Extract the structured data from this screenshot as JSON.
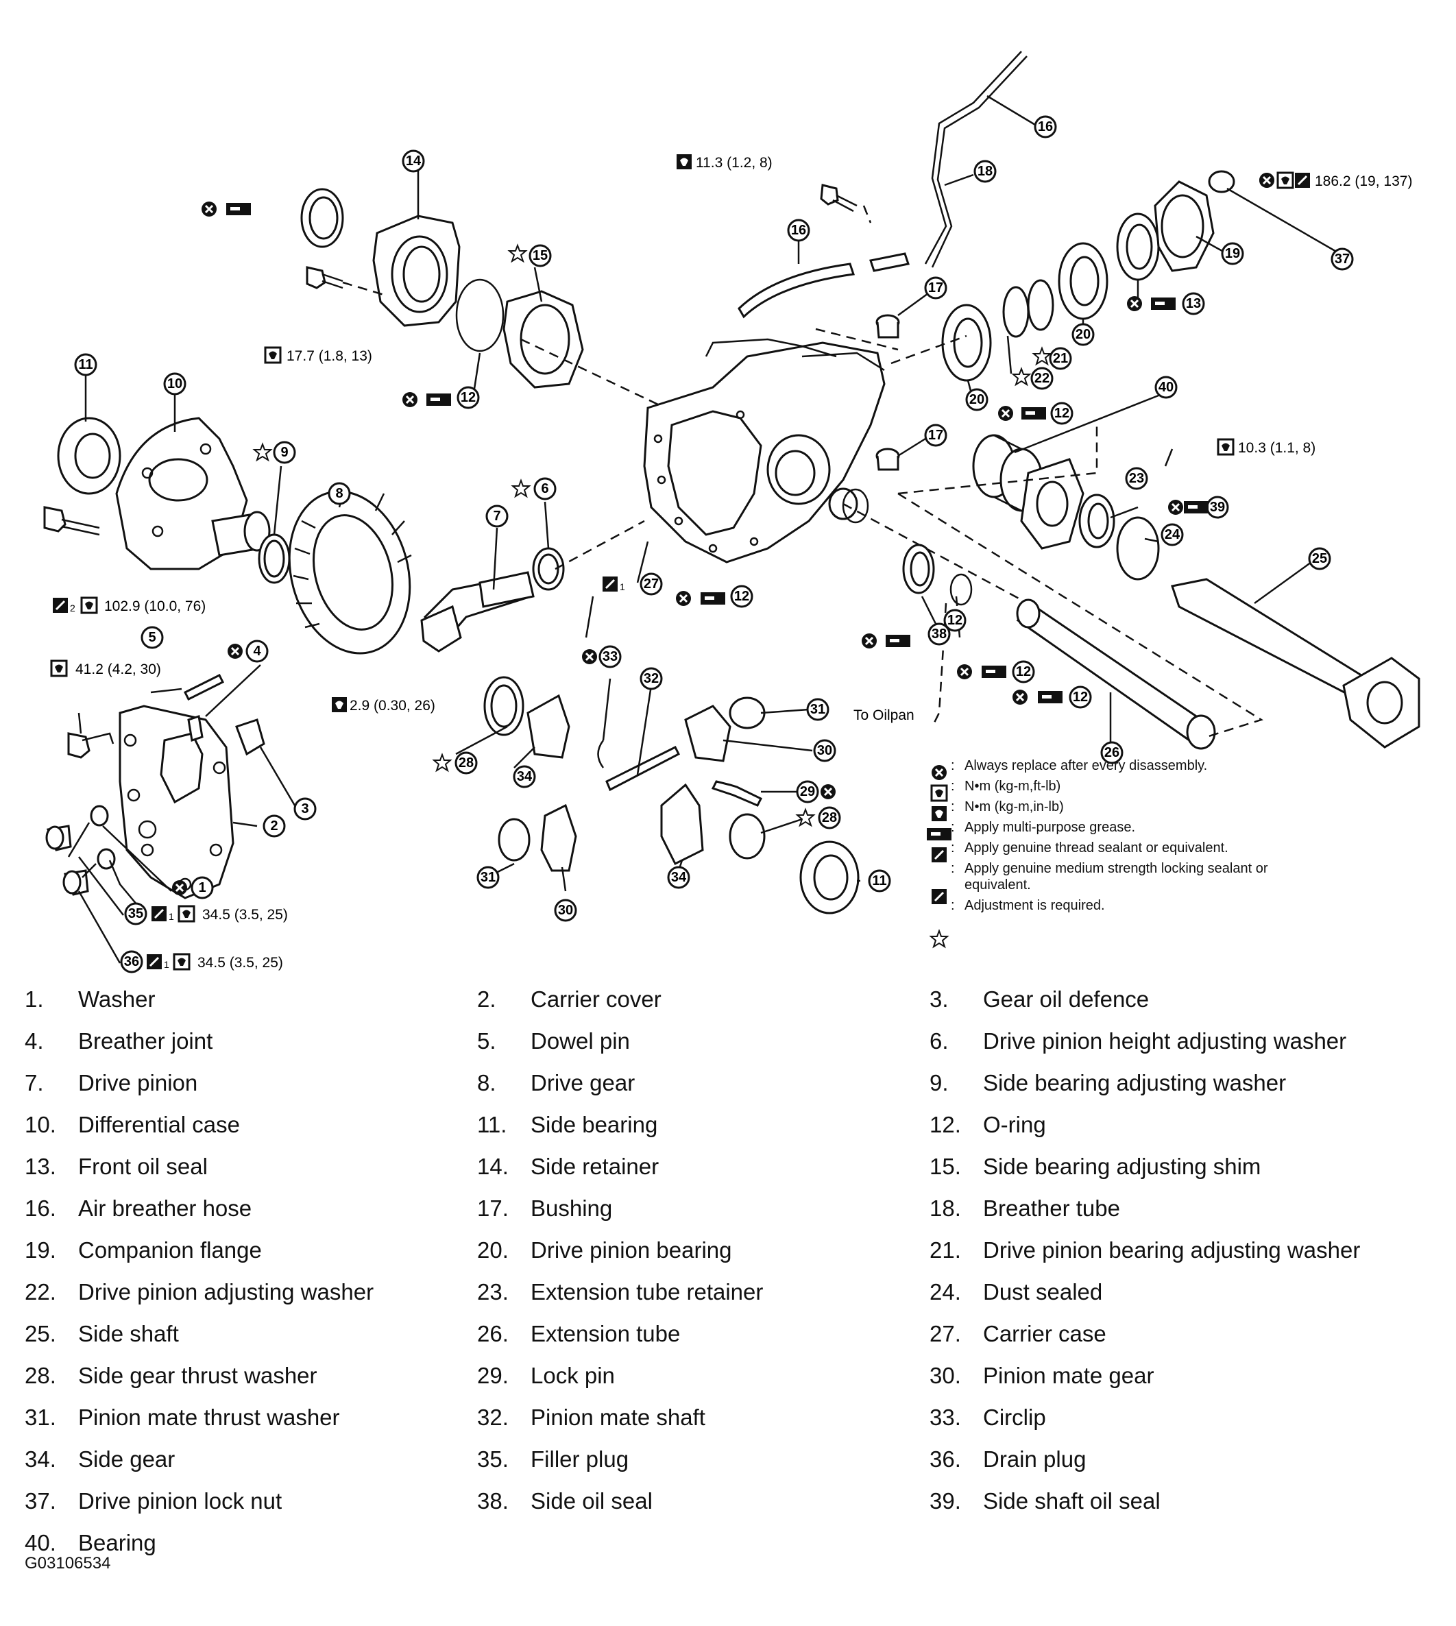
{
  "diagram": {
    "callouts": [
      "1",
      "2",
      "3",
      "4",
      "5",
      "6",
      "7",
      "8",
      "9",
      "10",
      "11",
      "11",
      "12",
      "12",
      "12",
      "12",
      "12",
      "12",
      "13",
      "14",
      "15",
      "16",
      "16",
      "17",
      "17",
      "18",
      "19",
      "20",
      "20",
      "21",
      "22",
      "23",
      "24",
      "25",
      "26",
      "27",
      "28",
      "28",
      "29",
      "30",
      "30",
      "31",
      "31",
      "32",
      "33",
      "34",
      "34",
      "35",
      "36",
      "37",
      "38",
      "39",
      "40"
    ],
    "specs": {
      "breather_bolt": "11.3 (1.2, 8)",
      "flange_nut": "186.2 (19, 137)",
      "retainer_bolt": "17.7 (1.8, 13)",
      "ext_retainer_bolt": "10.3 (1.1, 8)",
      "case_bolt": "102.9 (10.0, 76)",
      "cover_bolt": "41.2 (4.2, 30)",
      "defence_bolt": "2.9 (0.30, 26)",
      "filler_plug": "34.5 (3.5, 25)",
      "drain_plug": "34.5 (3.5, 25)"
    },
    "to_oilpan": "To Oilpan",
    "sealant_sub_1": "1",
    "sealant_sub_2": "2",
    "legend": [
      {
        "icon": "replace-icon",
        "text": "Always replace after every disassembly."
      },
      {
        "icon": "torque-ft-icon",
        "text": "N•m (kg-m,ft-lb)"
      },
      {
        "icon": "torque-in-icon",
        "text": "N•m    (kg-m,in-lb)"
      },
      {
        "icon": "grease-icon",
        "text": "Apply multi-purpose grease."
      },
      {
        "icon": "sealant-1-icon",
        "text": "Apply genuine thread sealant or equivalent."
      },
      {
        "icon": "sealant-2-icon",
        "text": "Apply genuine medium strength locking sealant or equivalent."
      },
      {
        "icon": "adjust-star-icon",
        "text": "Adjustment is required."
      }
    ]
  },
  "parts": [
    {
      "num": "1.",
      "name": "Washer"
    },
    {
      "num": "2.",
      "name": "Carrier cover"
    },
    {
      "num": "3.",
      "name": "Gear oil defence"
    },
    {
      "num": "4.",
      "name": "Breather joint"
    },
    {
      "num": "5.",
      "name": "Dowel pin"
    },
    {
      "num": "6.",
      "name": "Drive pinion height adjusting washer"
    },
    {
      "num": "7.",
      "name": "Drive pinion"
    },
    {
      "num": "8.",
      "name": "Drive gear"
    },
    {
      "num": "9.",
      "name": "Side bearing adjusting washer"
    },
    {
      "num": "10.",
      "name": "Differential case"
    },
    {
      "num": "11.",
      "name": "Side bearing"
    },
    {
      "num": "12.",
      "name": "O-ring"
    },
    {
      "num": "13.",
      "name": "Front oil seal"
    },
    {
      "num": "14.",
      "name": "Side retainer"
    },
    {
      "num": "15.",
      "name": "Side bearing adjusting shim"
    },
    {
      "num": "16.",
      "name": "Air breather hose"
    },
    {
      "num": "17.",
      "name": "Bushing"
    },
    {
      "num": "18.",
      "name": "Breather tube"
    },
    {
      "num": "19.",
      "name": "Companion flange"
    },
    {
      "num": "20.",
      "name": "Drive pinion bearing"
    },
    {
      "num": "21.",
      "name": "Drive pinion bearing adjusting washer"
    },
    {
      "num": "22.",
      "name": "Drive pinion adjusting washer"
    },
    {
      "num": "23.",
      "name": "Extension tube retainer"
    },
    {
      "num": "24.",
      "name": "Dust sealed"
    },
    {
      "num": "25.",
      "name": "Side shaft"
    },
    {
      "num": "26.",
      "name": "Extension tube"
    },
    {
      "num": "27.",
      "name": "Carrier case"
    },
    {
      "num": "28.",
      "name": "Side gear thrust washer"
    },
    {
      "num": "29.",
      "name": "Lock pin"
    },
    {
      "num": "30.",
      "name": "Pinion mate gear"
    },
    {
      "num": "31.",
      "name": "Pinion mate thrust washer"
    },
    {
      "num": "32.",
      "name": "Pinion mate shaft"
    },
    {
      "num": "33.",
      "name": "Circlip"
    },
    {
      "num": "34.",
      "name": "Side gear"
    },
    {
      "num": "35.",
      "name": "Filler plug"
    },
    {
      "num": "36.",
      "name": "Drain plug"
    },
    {
      "num": "37.",
      "name": "Drive pinion lock nut"
    },
    {
      "num": "38.",
      "name": "Side oil seal"
    },
    {
      "num": "39.",
      "name": "Side shaft oil seal"
    },
    {
      "num": "40.",
      "name": "Bearing"
    }
  ],
  "figure_code": "G03106534"
}
